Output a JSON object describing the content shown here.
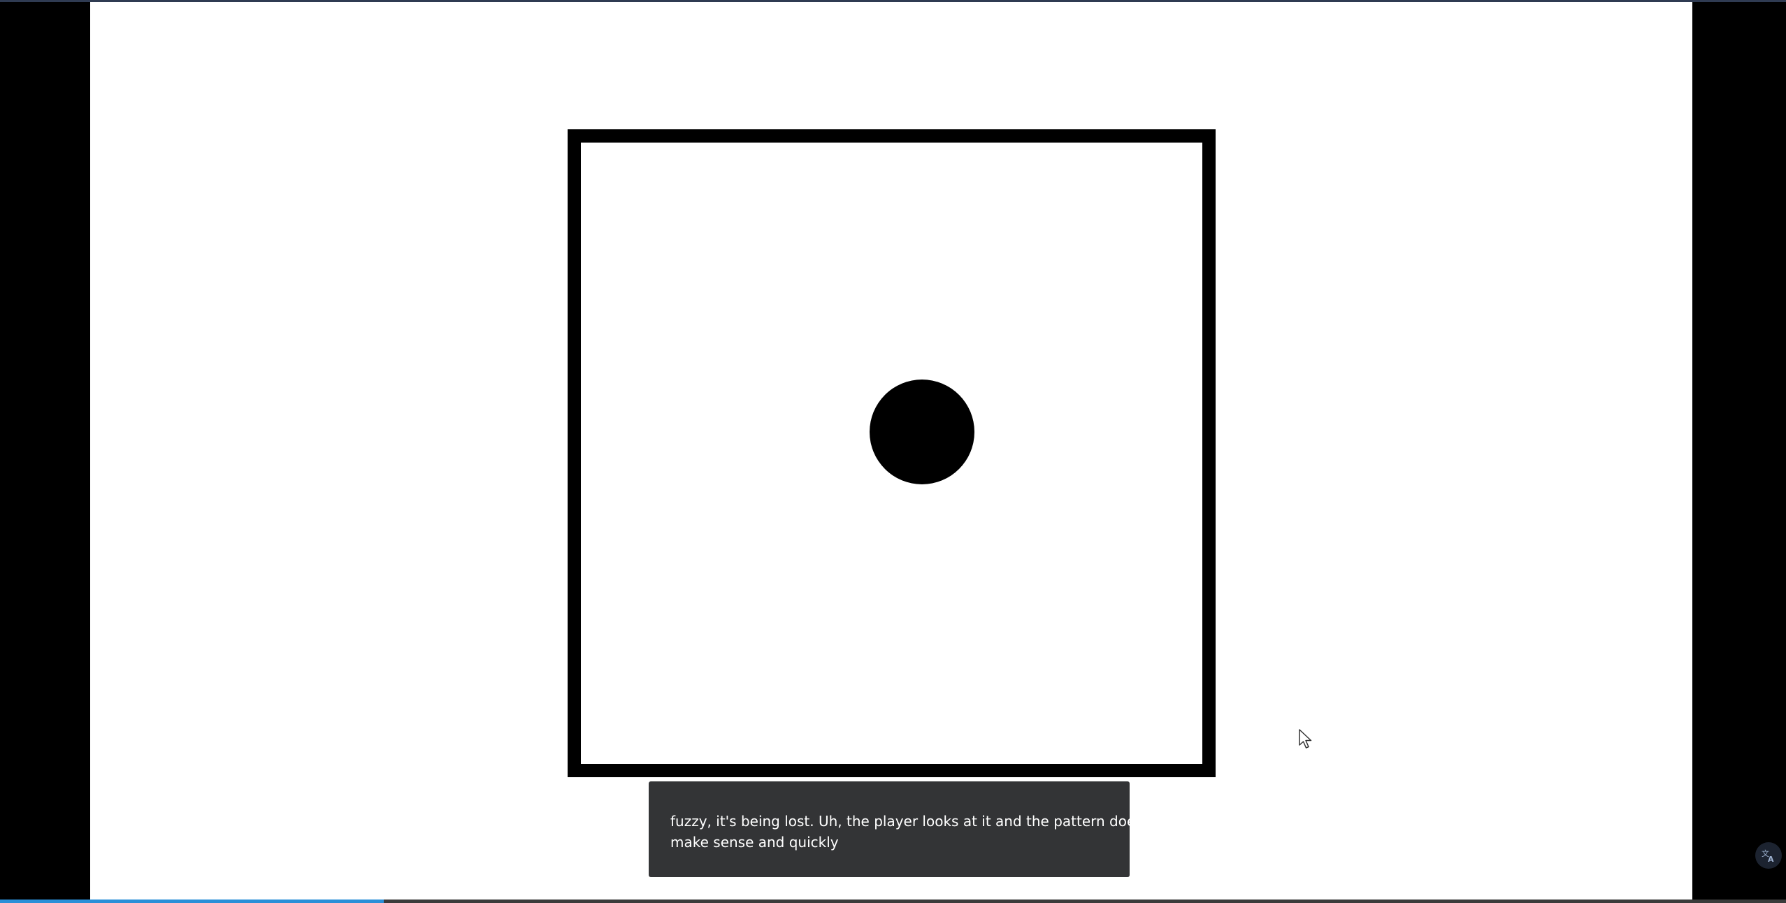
{
  "game": {
    "die_face_value": 1
  },
  "caption": {
    "line1": "fuzzy, it's being lost. Uh, the player looks at it and the pattern doesn't",
    "line2": "make sense and quickly"
  },
  "video": {
    "progress_fraction": 0.215
  },
  "colors": {
    "background": "#000000",
    "stage": "#ffffff",
    "die_border": "#000000",
    "pip": "#000000",
    "caption_bg": "#333436",
    "progress_fill": "#2a8fd8"
  },
  "icons": {
    "cursor": "mouse-pointer-icon",
    "translate": "translate-icon"
  }
}
